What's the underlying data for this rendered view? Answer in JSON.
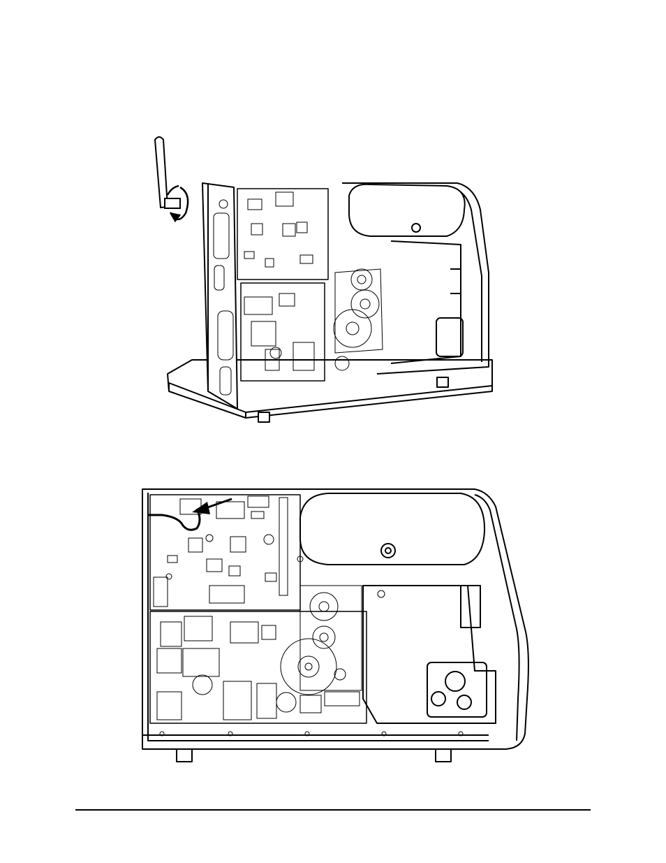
{
  "page": {
    "figures": [
      {
        "id": "isometric-view",
        "content": "printer-interior-antenna-removal"
      },
      {
        "id": "side-view",
        "content": "printer-interior-antenna-cable"
      }
    ],
    "icons": [
      "antenna-icon",
      "rotation-arrow-icon",
      "callout-arrow-icon"
    ],
    "colors": {
      "line": "#000000",
      "background": "#ffffff"
    }
  }
}
